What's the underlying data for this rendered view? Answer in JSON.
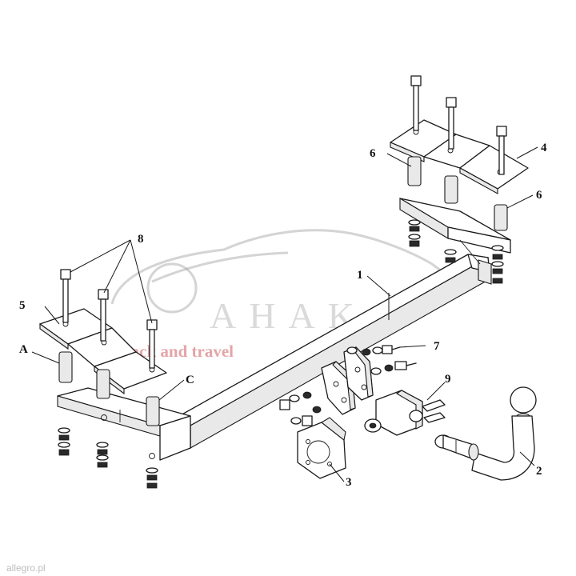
{
  "callouts": {
    "c1": "1",
    "c2": "2",
    "c3": "3",
    "c4": "4",
    "c5": "5",
    "c6a": "6",
    "c6b": "6",
    "c7": "7",
    "c8": "8",
    "c9": "9",
    "cA": "A",
    "cC": "C"
  },
  "watermark": {
    "brand": "AHAKA",
    "tagline": "pack and travel"
  },
  "credit": "allegro.pl"
}
